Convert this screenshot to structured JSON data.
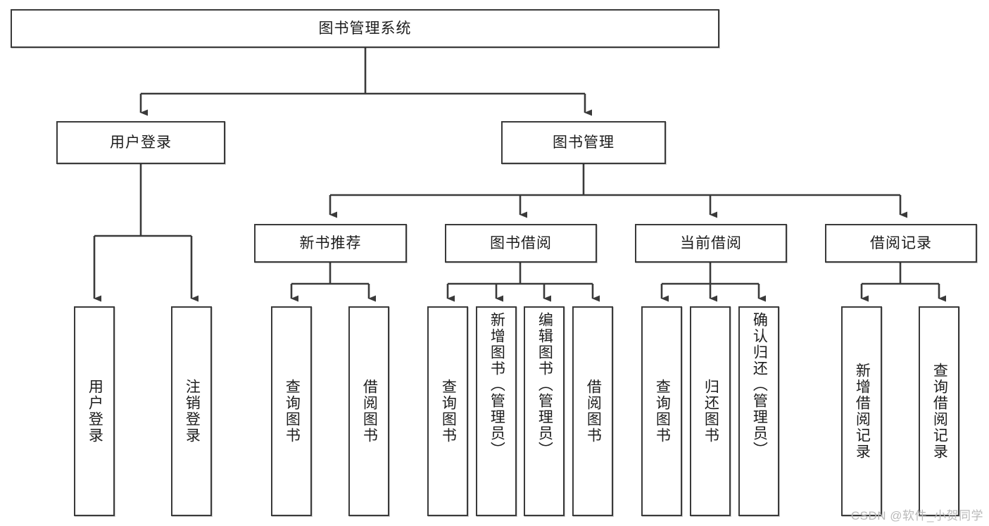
{
  "diagram": {
    "title": "图书管理系统",
    "type": "tree",
    "watermark": "CSDN @软件_小贺同学",
    "colors": {
      "box_border": "#3a3a3a",
      "box_fill": "#ffffff",
      "connector": "#3a3a3a",
      "text": "#1c1c1c",
      "watermark": "#b9b9b9",
      "background": "#ffffff"
    },
    "root": {
      "label": "图书管理系统"
    },
    "level2": [
      {
        "label": "用户登录"
      },
      {
        "label": "图书管理"
      }
    ],
    "level3": [
      {
        "label": "新书推荐"
      },
      {
        "label": "图书借阅"
      },
      {
        "label": "当前借阅"
      },
      {
        "label": "借阅记录"
      }
    ],
    "leaves": {
      "user_login": [
        {
          "label": "用户登录"
        },
        {
          "label": "注销登录"
        }
      ],
      "new_book_recommend": [
        {
          "label": "查询图书"
        },
        {
          "label": "借阅图书"
        }
      ],
      "book_borrow": [
        {
          "label": "查询图书"
        },
        {
          "label": "新增图书（管理员）"
        },
        {
          "label": "编辑图书（管理员）"
        },
        {
          "label": "借阅图书"
        }
      ],
      "current_borrow": [
        {
          "label": "查询图书"
        },
        {
          "label": "归还图书"
        },
        {
          "label": "确认归还（管理员）"
        }
      ],
      "borrow_record": [
        {
          "label": "新增借阅记录"
        },
        {
          "label": "查询借阅记录"
        }
      ]
    }
  }
}
